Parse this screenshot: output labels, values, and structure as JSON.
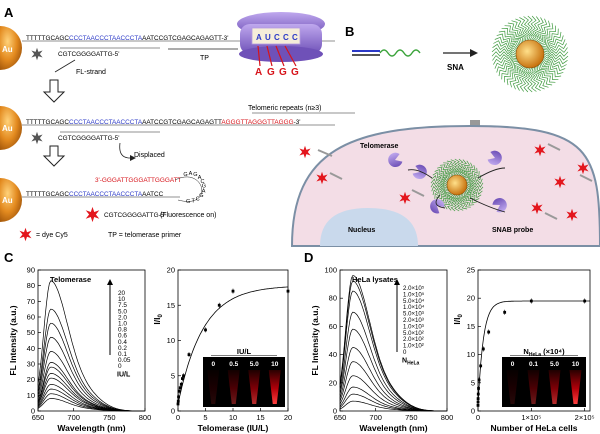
{
  "panel_labels": {
    "a": "A",
    "b": "B",
    "c": "C",
    "d": "D"
  },
  "panel_a": {
    "gold": "Au",
    "fl_strand_label": "FL-strand",
    "tp_label": "TP",
    "telomeric_repeats_label": "Telomeric repeats (n≥3)",
    "displaced_label": "Displaced",
    "fluorescence_on_label": "(Fluorescence on)",
    "legend_dye": "= dye Cy5",
    "legend_tp": "TP = telomerase primer",
    "seq_top_a": "TTTTTGCAGC",
    "seq_top_b": "CCCTAACCCTAACCCTA",
    "seq_top_c": "AATCCGTCGAGCAGAGTT-3'",
    "seq_fl": "CGTCGGGGATTG-5'",
    "seq_mid_a": "TTTTTGCAGC",
    "seq_mid_b": "CCCTAACCCTAACCCTA",
    "seq_mid_c": "AATCCGTCGAGCAGAGTT",
    "seq_mid_d": "AGGGTTAGGGTTAGGG",
    "seq_mid_e": "-3'",
    "seq_fl2": "CGTCGGGGATTG-5'",
    "seq_bot_red": "3'-GGGATTGGGATTGGGATT",
    "seq_bot_a": "TTTTTGCAGC",
    "seq_bot_b": "CCCTAACCCTAACCCTA",
    "seq_bot_c": "AATCC",
    "seq_hairpin": [
      "G",
      "A",
      "G",
      "A",
      "C",
      "G",
      "A",
      "G",
      "C",
      "T",
      "G"
    ],
    "seq_released": "CGTCGGGGATTG-5'",
    "enzyme_letters": [
      "A",
      "U",
      "C",
      "C",
      "C"
    ],
    "enzyme_product": [
      "A",
      "G",
      "G",
      "G"
    ]
  },
  "panel_b": {
    "sna_label": "SNA",
    "telomerase_label": "Telomerase",
    "nucleus_label": "Nucleus",
    "snab_label": "SNAB probe"
  },
  "panel_c": {
    "spectra_title": "Telomerase",
    "conc_values": [
      "20",
      "10",
      "7.5",
      "5.0",
      "2.0",
      "1.0",
      "0.8",
      "0.6",
      "0.4",
      "0.2",
      "0.1",
      "0.05",
      "0"
    ],
    "conc_unit": "IU/L",
    "xlabel_spectra": "Wavelength (nm)",
    "ylabel_spectra": "FL Intensity (a.u.)",
    "ylabel_fit": "I/I",
    "ylabel_fit_sub": "0",
    "xlabel_fit": "Telomerase (IU/L)",
    "inset_title": "IU/L",
    "inset_labels": [
      "0",
      "0.5",
      "5.0",
      "10"
    ]
  },
  "panel_d": {
    "spectra_title": "HeLa lysates",
    "conc_values": [
      "2.0×10⁵",
      "1.0×10⁵",
      "5.0×10⁴",
      "1.0×10⁴",
      "5.0×10³",
      "2.0×10³",
      "1.0×10³",
      "5.0×10²",
      "2.0×10²",
      "1.0×10²",
      "0"
    ],
    "conc_unit": "N",
    "conc_unit_sub": "HeLa",
    "xlabel_spectra": "Wavelength (nm)",
    "ylabel_spectra": "FL Intensity (a.u.)",
    "ylabel_fit": "I/I",
    "ylabel_fit_sub": "0",
    "xlabel_fit": "Number of HeLa cells",
    "inset_title": "N",
    "inset_title_sub": "HeLa",
    "inset_title_tail": " (×10⁴)",
    "inset_labels": [
      "0",
      "0.1",
      "5.0",
      "10"
    ]
  },
  "colors": {
    "gold": "#e38a1f",
    "blue_seq": "#2b39c7",
    "red_seq": "#d7141b",
    "enzyme_purple": "#8a62c8",
    "cell_fill": "#f3dde6",
    "nucleus_fill": "#c9d9ec"
  },
  "chart_data": [
    {
      "type": "line",
      "title": "Telomerase",
      "xlabel": "Wavelength (nm)",
      "ylabel": "FL Intensity (a.u.)",
      "xlim": [
        650,
        800
      ],
      "ylim": [
        0,
        90
      ],
      "xticks": [
        650,
        700,
        750,
        800
      ],
      "yticks": [
        0,
        10,
        20,
        30,
        40,
        50,
        60,
        70,
        80,
        90
      ],
      "peak_wavelength": 668,
      "series": [
        {
          "name": "20",
          "peak": 83
        },
        {
          "name": "10",
          "peak": 65
        },
        {
          "name": "7.5",
          "peak": 56
        },
        {
          "name": "5.0",
          "peak": 47
        },
        {
          "name": "2.0",
          "peak": 38
        },
        {
          "name": "1.0",
          "peak": 31
        },
        {
          "name": "0.8",
          "peak": 28
        },
        {
          "name": "0.6",
          "peak": 24
        },
        {
          "name": "0.4",
          "peak": 21
        },
        {
          "name": "0.2",
          "peak": 17
        },
        {
          "name": "0.1",
          "peak": 14
        },
        {
          "name": "0.05",
          "peak": 11
        },
        {
          "name": "0",
          "peak": 8
        }
      ]
    },
    {
      "type": "scatter",
      "xlabel": "Telomerase (IU/L)",
      "ylabel": "I/I0",
      "xlim": [
        0,
        20
      ],
      "ylim": [
        0,
        20
      ],
      "xticks": [
        0,
        5,
        10,
        15,
        20
      ],
      "yticks": [
        0,
        5,
        10,
        15,
        20
      ],
      "x": [
        0,
        0.05,
        0.1,
        0.2,
        0.4,
        0.6,
        0.8,
        1.0,
        2.0,
        5.0,
        7.5,
        10,
        20
      ],
      "y": [
        1,
        1.4,
        2.0,
        2.8,
        3.3,
        3.8,
        4.6,
        5.0,
        8.0,
        11.5,
        15.0,
        17.0,
        17.0
      ],
      "fit_max": 17.8,
      "fit_rate": 0.22
    },
    {
      "type": "line",
      "title": "HeLa lysates",
      "xlabel": "Wavelength (nm)",
      "ylabel": "FL Intensity (a.u.)",
      "xlim": [
        650,
        800
      ],
      "ylim": [
        0,
        100
      ],
      "xticks": [
        650,
        700,
        750,
        800
      ],
      "yticks": [
        0,
        20,
        40,
        60,
        80,
        100
      ],
      "peak_wavelength": 668,
      "series": [
        {
          "name": "2.0×10⁵",
          "peak": 96
        },
        {
          "name": "1.0×10⁵",
          "peak": 92
        },
        {
          "name": "5.0×10⁴",
          "peak": 85
        },
        {
          "name": "1.0×10⁴",
          "peak": 70
        },
        {
          "name": "5.0×10³",
          "peak": 58
        },
        {
          "name": "2.0×10³",
          "peak": 45
        },
        {
          "name": "1.0×10³",
          "peak": 35
        },
        {
          "name": "5.0×10²",
          "peak": 25
        },
        {
          "name": "2.0×10²",
          "peak": 17
        },
        {
          "name": "1.0×10²",
          "peak": 12
        },
        {
          "name": "0",
          "peak": 7
        }
      ]
    },
    {
      "type": "scatter",
      "xlabel": "Number of HeLa cells",
      "ylabel": "I/I0",
      "xlim": [
        0,
        210000
      ],
      "ylim": [
        0,
        25
      ],
      "xticks": [
        0,
        100000,
        200000
      ],
      "xtick_labels": [
        "0",
        "1×10⁵",
        "2×10⁵"
      ],
      "yticks": [
        0,
        5,
        10,
        15,
        20,
        25
      ],
      "x": [
        0,
        100,
        200,
        500,
        1000,
        2000,
        5000,
        10000,
        20000,
        50000,
        100000,
        200000
      ],
      "y": [
        1,
        1.6,
        2.2,
        3.0,
        4.0,
        5.5,
        8.0,
        11.0,
        14.0,
        17.5,
        19.5,
        19.5
      ],
      "fit_max": 19.5,
      "fit_rate": 0.0001
    }
  ]
}
